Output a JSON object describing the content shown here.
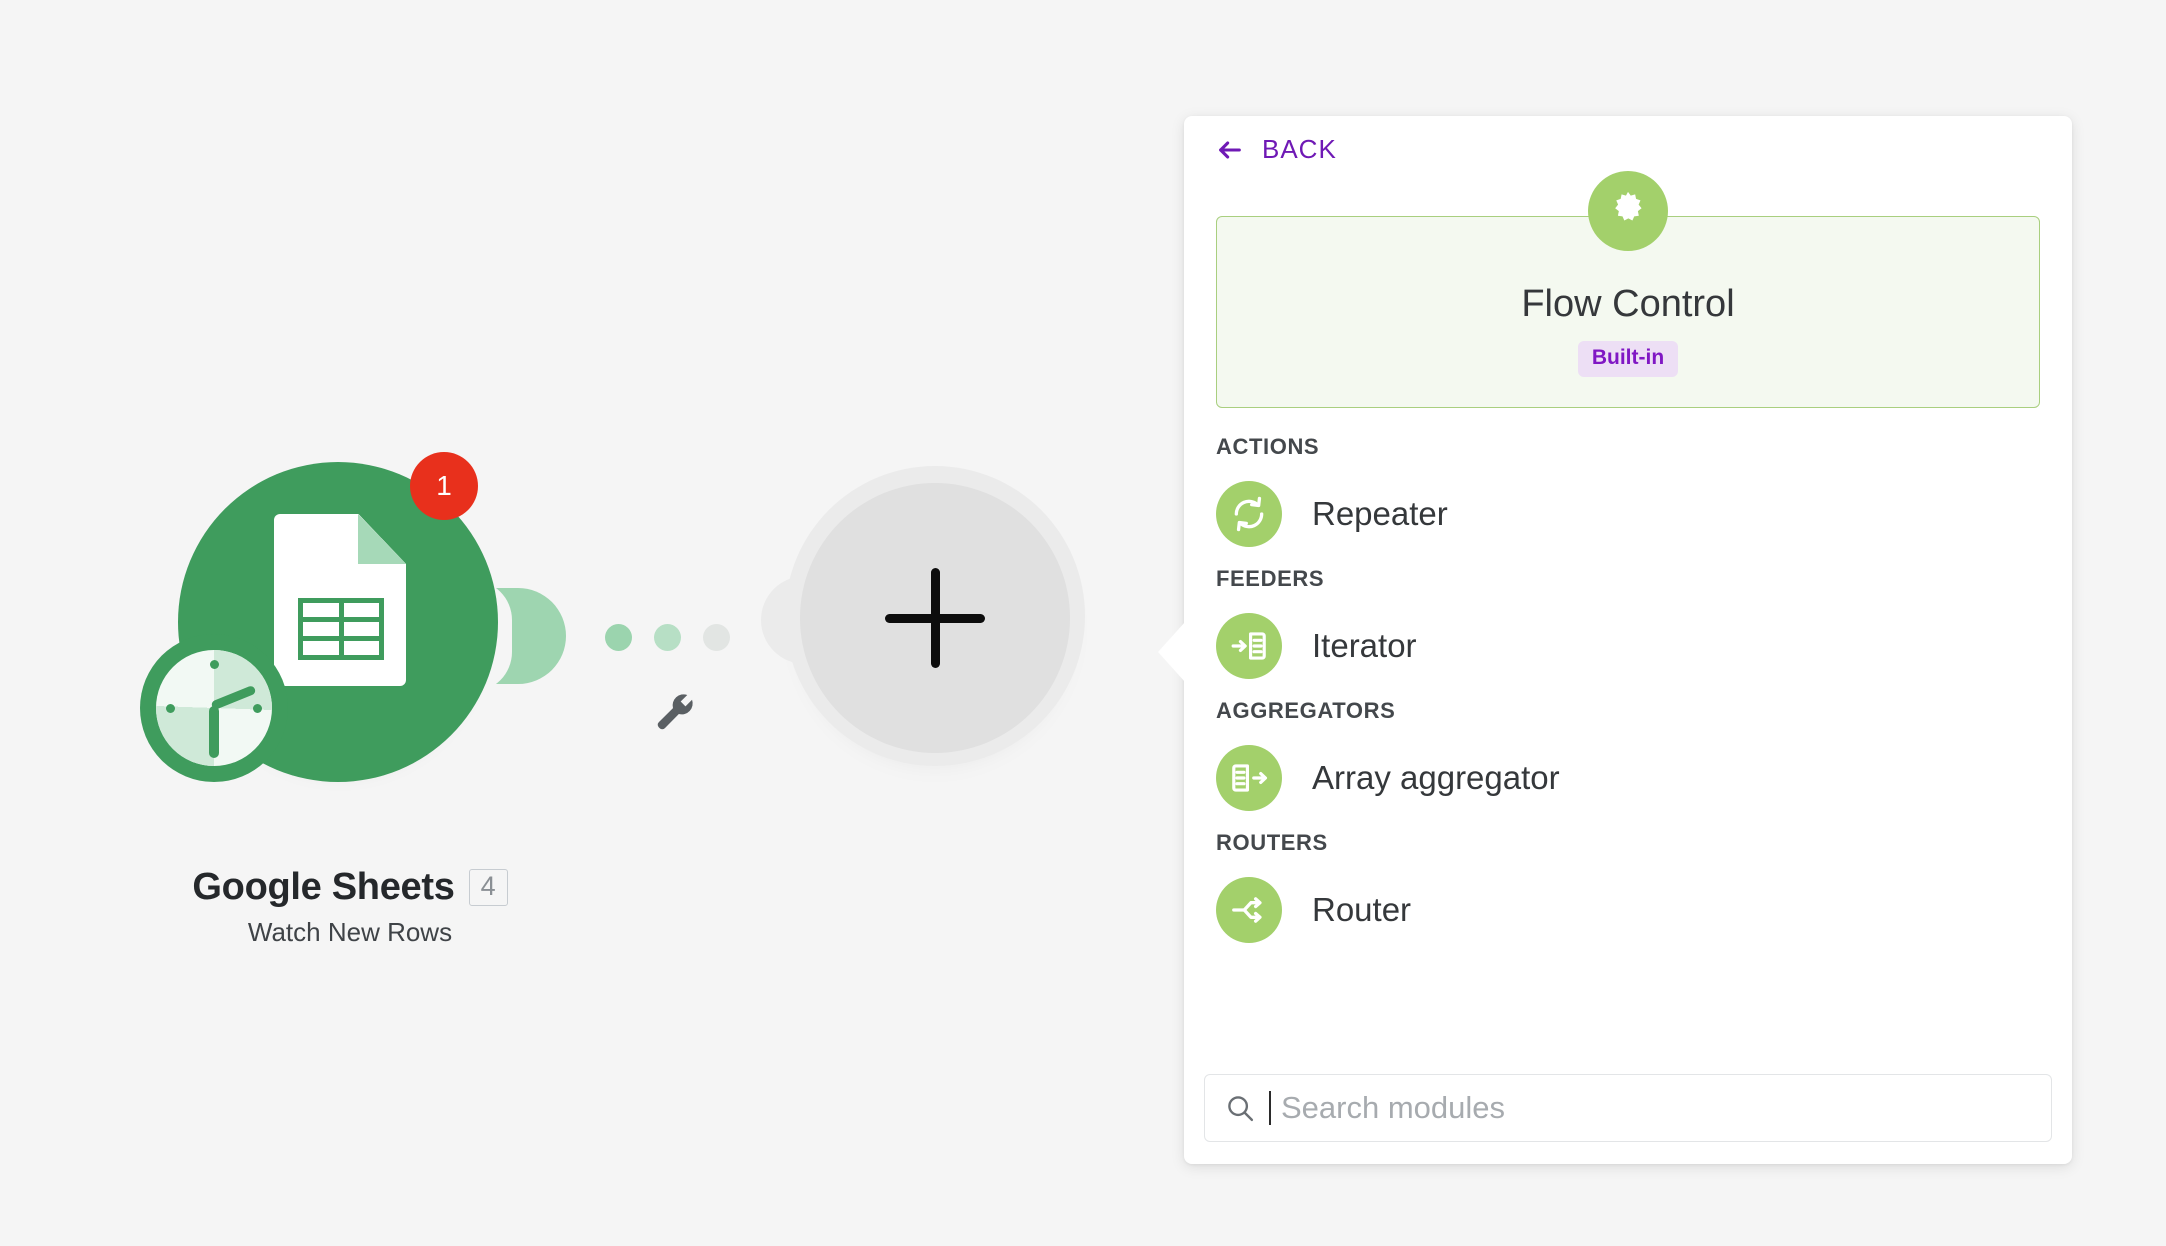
{
  "canvas": {
    "background_color": "#f5f5f5",
    "trigger_node": {
      "name": "sheets-node",
      "title": "Google Sheets",
      "subtitle": "Watch New Rows",
      "count_badge": "4",
      "alert_badge": "1",
      "icon": "google-sheets-icon",
      "schedule_icon": "clock-icon",
      "circle_color": "#3f9c5d",
      "alert_color": "#e8301c"
    },
    "connector": {
      "wrench_icon": "wrench-icon",
      "dots": 3
    },
    "add_node": {
      "icon": "plus-icon",
      "label": "+"
    }
  },
  "panel": {
    "back": {
      "label": "BACK",
      "icon": "arrow-left-icon",
      "color": "#6f19b5"
    },
    "app": {
      "name": "Flow Control",
      "tag": "Built-in",
      "icon": "gear-icon",
      "icon_bg": "#a3d06b",
      "card_bg": "#f4f9f0",
      "card_border": "#a9cf7f",
      "tag_bg": "#eddff5",
      "tag_color": "#8017c4"
    },
    "groups": [
      {
        "label": "ACTIONS",
        "modules": [
          {
            "name": "Repeater",
            "icon": "repeat-sync-icon"
          }
        ]
      },
      {
        "label": "FEEDERS",
        "modules": [
          {
            "name": "Iterator",
            "icon": "arrow-into-list-icon"
          }
        ]
      },
      {
        "label": "AGGREGATORS",
        "modules": [
          {
            "name": "Array aggregator",
            "icon": "list-out-arrow-icon"
          }
        ]
      },
      {
        "label": "ROUTERS",
        "modules": [
          {
            "name": "Router",
            "icon": "branch-split-icon"
          }
        ]
      }
    ],
    "search": {
      "placeholder": "Search modules",
      "value": "",
      "icon": "search-icon"
    }
  }
}
